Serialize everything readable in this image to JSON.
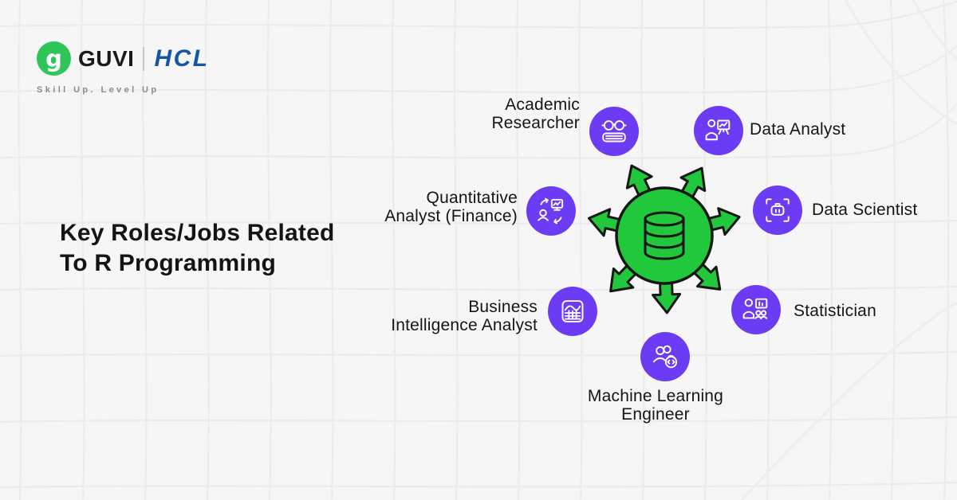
{
  "branding": {
    "logo_glyph": "g",
    "guvi_text": "GUVI",
    "hcl_text": "HCL",
    "tagline": "Skill Up. Level Up"
  },
  "title": {
    "line1": "Key Roles/Jobs Related",
    "line2": "To R Programming"
  },
  "hub": {
    "name": "R database hub",
    "icon": "database-icon",
    "arrow_count": 7
  },
  "roles": [
    {
      "name": "Academic Researcher",
      "line1": "Academic",
      "line2": "Researcher",
      "icon": "book-glasses-icon"
    },
    {
      "name": "Data Analyst",
      "line1": "Data Analyst",
      "icon": "person-presentation-icon"
    },
    {
      "name": "Quantitative Analyst (Finance)",
      "line1": "Quantitative",
      "line2": "Analyst (Finance)",
      "icon": "finance-cycle-icon"
    },
    {
      "name": "Data Scientist",
      "line1": "Data Scientist",
      "icon": "robot-scan-icon"
    },
    {
      "name": "Business Intelligence Analyst",
      "line1": "Business",
      "line2": "Intelligence Analyst",
      "icon": "chart-grid-icon"
    },
    {
      "name": "Statistician",
      "line1": "Statistician",
      "icon": "team-chart-icon"
    },
    {
      "name": "Machine Learning Engineer",
      "line1": "Machine Learning",
      "line2": "Engineer",
      "icon": "people-code-icon"
    }
  ],
  "colors": {
    "background": "#f7f6f7",
    "grid_line": "#eceaec",
    "accent_purple": "#6c3bf4",
    "hub_green": "#22c83b",
    "logo_green": "#2fc55b",
    "hcl_blue": "#1356a8",
    "text": "#151515",
    "tagline_gray": "#8d8d8d",
    "outline_black": "#161616"
  }
}
